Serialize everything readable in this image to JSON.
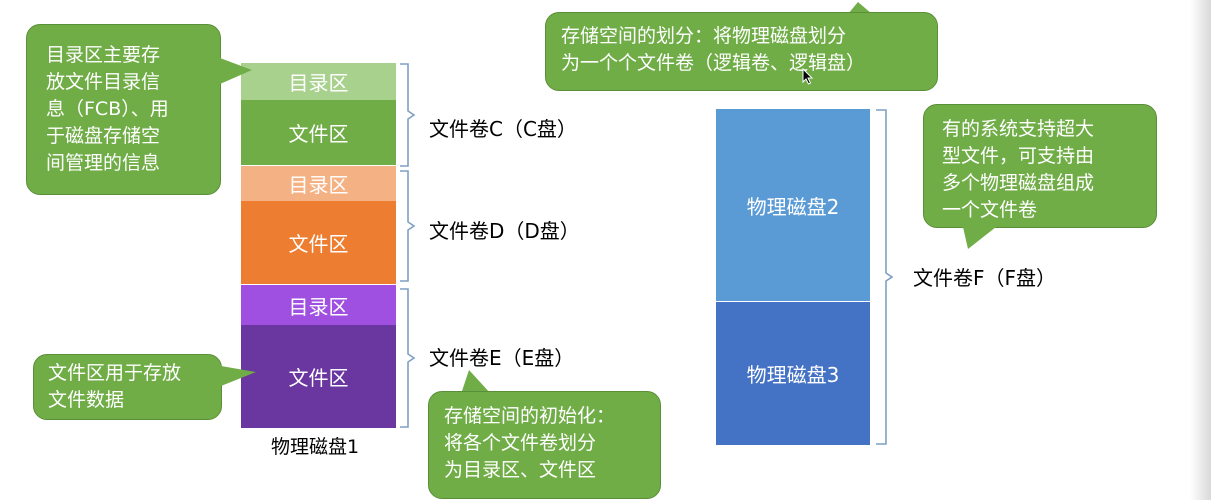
{
  "disk1": {
    "label": "物理磁盘1",
    "dir_c": "目录区",
    "file_c": "文件区",
    "dir_d": "目录区",
    "file_d": "文件区",
    "dir_e": "目录区",
    "file_e": "文件区"
  },
  "volumes": {
    "c": "文件卷C（C盘）",
    "d": "文件卷D（D盘）",
    "e": "文件卷E（E盘）",
    "f": "文件卷F（F盘）"
  },
  "disk2": {
    "label": "物理磁盘2"
  },
  "disk3": {
    "label": "物理磁盘3"
  },
  "callouts": {
    "directory": [
      "目录区主要存",
      "放文件目录信",
      "息（FCB）、用",
      "于磁盘存储空",
      "间管理的信息"
    ],
    "file_area": [
      "文件区用于存放",
      "文件数据"
    ],
    "partition": [
      "存储空间的划分：将物理磁盘划分",
      "为一个个文件卷（逻辑卷、逻辑盘）"
    ],
    "init": [
      "存储空间的初始化：",
      "将各个文件卷划分",
      "为目录区、文件区"
    ],
    "large_file": [
      "有的系统支持超大",
      "型文件，可支持由",
      "多个物理磁盘组成",
      "一个文件卷"
    ]
  },
  "colors": {
    "callout_green": "#70ad47",
    "dir_c": "#a9d18e",
    "file_c": "#70ad47",
    "dir_d": "#f4b183",
    "file_d": "#ed7d31",
    "dir_e": "#a050e0",
    "file_e": "#6a36a0",
    "disk2": "#5b9bd5",
    "disk3": "#4472c4"
  }
}
